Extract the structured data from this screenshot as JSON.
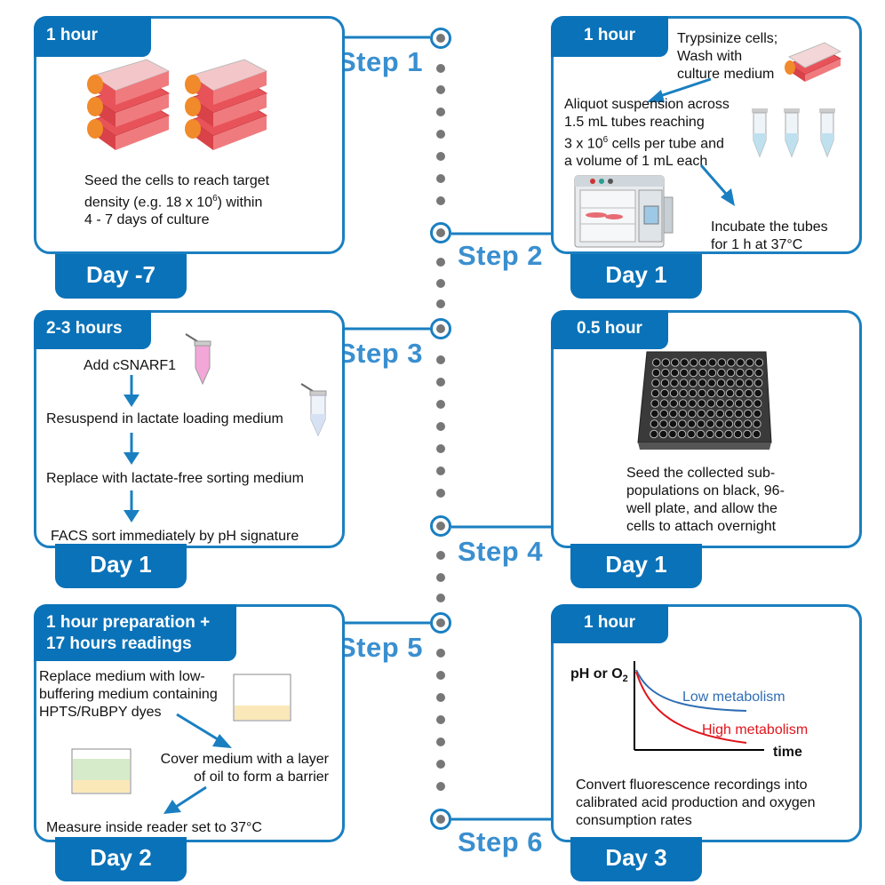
{
  "steps": [
    "Step 1",
    "Step 2",
    "Step 3",
    "Step 4",
    "Step 5",
    "Step 6"
  ],
  "panel1": {
    "duration": "1 hour",
    "text_line1": "Seed the cells to reach target",
    "text_line2_pre": "density (e.g. 18 x 10",
    "text_line2_sup": "6",
    "text_line2_post": ") within",
    "text_line3": "4 - 7 days of culture",
    "day": "Day -7"
  },
  "panel2": {
    "duration": "1 hour",
    "trypsinize_line1": "Trypsinize cells;",
    "trypsinize_line2": "Wash with",
    "trypsinize_line3": "culture medium",
    "aliquot_line1": "Aliquot suspension across",
    "aliquot_line2": "1.5 mL tubes reaching",
    "aliquot_line3_pre": "3 x 10",
    "aliquot_line3_sup": "6",
    "aliquot_line3_post": " cells per tube and",
    "aliquot_line4": "a volume of 1 mL each",
    "incubate_line1": "Incubate the tubes",
    "incubate_line2": "for 1 h at 37°C",
    "day": "Day 1"
  },
  "panel3": {
    "duration": "2-3 hours",
    "flow": [
      "Add cSNARF1",
      "Resuspend in lactate loading medium",
      "Replace with lactate-free sorting medium",
      "FACS sort immediately by pH signature"
    ],
    "day": "Day 1"
  },
  "panel4": {
    "duration": "0.5 hour",
    "text_line1": "Seed the collected sub-",
    "text_line2": "populations on black, 96-",
    "text_line3": "well plate, and allow the",
    "text_line4": "cells to attach overnight",
    "day": "Day 1"
  },
  "panel5": {
    "duration_line1": "1 hour preparation +",
    "duration_line2": "17 hours readings",
    "replace_line1": "Replace medium with low-",
    "replace_line2": "buffering medium containing",
    "replace_line3": "HPTS/RuBPY dyes",
    "cover_line1": "Cover medium with a layer",
    "cover_line2": "of oil to form a barrier",
    "measure": "Measure inside reader set to 37°C",
    "day": "Day 2"
  },
  "panel6": {
    "duration": "1 hour",
    "plot_ylabel_pre": "pH or O",
    "plot_ylabel_sub": "2",
    "plot_xlabel": "time",
    "low_label": "Low metabolism",
    "high_label": "High metabolism",
    "text_line1": "Convert fluorescence recordings into",
    "text_line2": "calibrated acid production and oxygen",
    "text_line3": "consumption rates",
    "day": "Day 3"
  },
  "colors": {
    "frame": "#1a7fc1",
    "tab": "#0a72b8",
    "step_text": "#3a8fcf",
    "timeline": "#777777",
    "low_curve": "#2f6db5",
    "high_curve": "#e0151c"
  },
  "icons": [
    "flask-stack-icon",
    "flask-icon",
    "tube-icon",
    "incubator-icon",
    "well-plate-icon",
    "cuvette-icon",
    "arrow-icon"
  ]
}
